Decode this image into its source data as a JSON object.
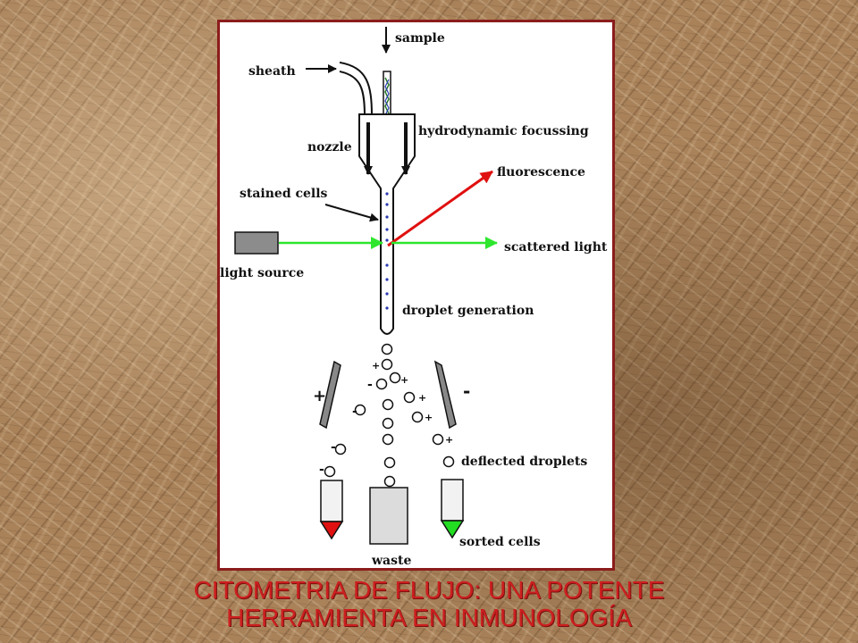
{
  "diagram": {
    "labels": {
      "sample": "sample",
      "sheath": "sheath",
      "nozzle": "nozzle",
      "hydrodynamic_focussing": "hydrodynamic focussing",
      "fluorescence": "fluorescence",
      "stained_cells": "stained cells",
      "scattered_light": "scattered light",
      "light_source": "light source",
      "droplet_generation": "droplet generation",
      "deflected_droplets": "deflected droplets",
      "sorted_cells": "sorted cells",
      "waste": "waste"
    },
    "plate_signs": {
      "left": "+",
      "right": "-"
    },
    "droplet_charges": {
      "positive": "+",
      "negative": "-"
    },
    "colors": {
      "frame": "#8b1c1c",
      "laser": "#2ee62e",
      "fluorescence": "#e01010",
      "left_tube_tip": "#e01010",
      "right_tube_tip": "#22dd22",
      "light_source": "#8c8c8c",
      "waste": "#dcdcdc",
      "title": "#cc1f1f"
    }
  },
  "title": {
    "line1": "CITOMETRIA DE FLUJO: UNA POTENTE",
    "line2": "HERRAMIENTA EN INMUNOLOGÍA"
  }
}
